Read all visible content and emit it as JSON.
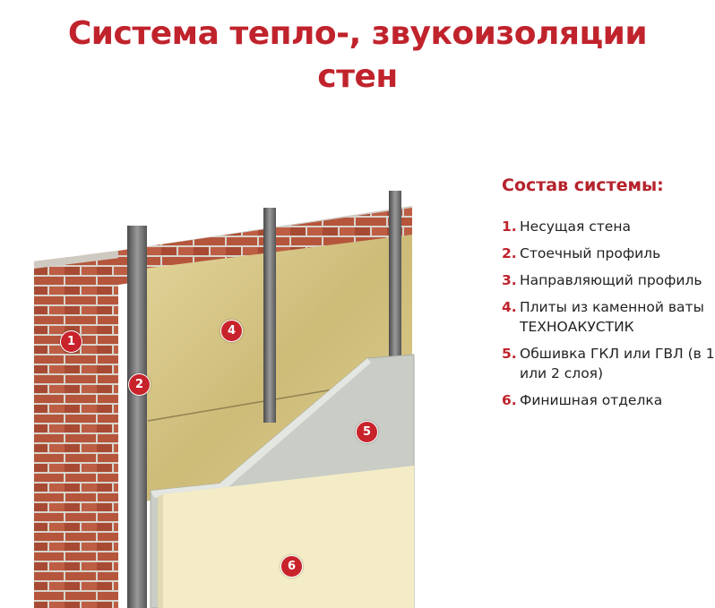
{
  "title": {
    "line1": "Система тепло-, звукоизоляции",
    "line2": "стен"
  },
  "legend": {
    "heading": "Состав системы:",
    "items": [
      {
        "num": "1.",
        "label": "Несущая стена"
      },
      {
        "num": "2.",
        "label": "Стоечный профиль"
      },
      {
        "num": "3.",
        "label": "Направляющий профиль"
      },
      {
        "num": "4.",
        "label": "Плиты из каменной ваты ТЕХНОАКУСТИК"
      },
      {
        "num": "5.",
        "label": "Обшивка ГКЛ или ГВЛ (в 1 или 2 слоя)"
      },
      {
        "num": "6.",
        "label": "Финишная отделка"
      }
    ]
  },
  "markers": [
    "1",
    "2",
    "4",
    "5",
    "6"
  ],
  "colors": {
    "accent": "#c0232c",
    "brick": "#b5553c",
    "insulation": "#d8c98a",
    "gypsum": "#c9cdc6",
    "finish": "#f3ecc6",
    "profile": "#6e6e6e"
  }
}
